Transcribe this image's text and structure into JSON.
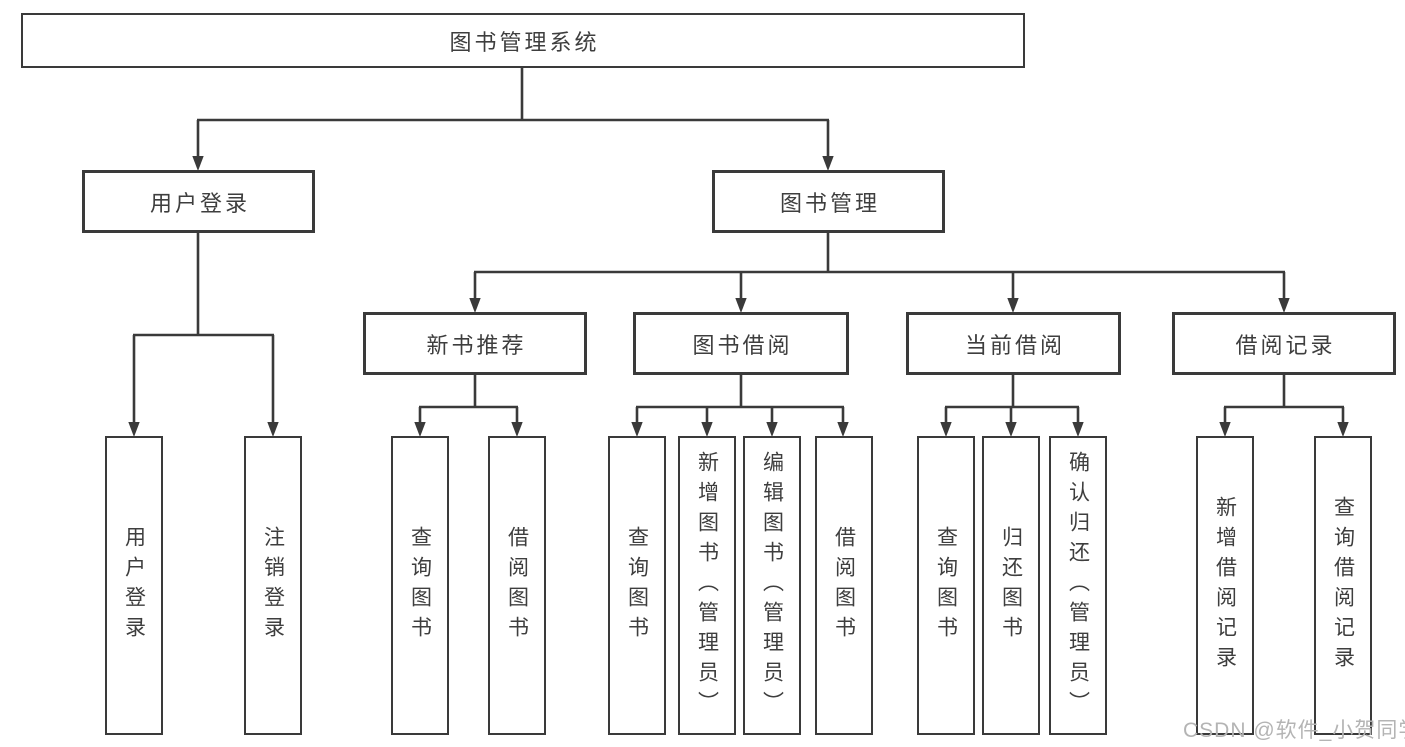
{
  "diagram": {
    "root": {
      "label": "图书管理系统"
    },
    "level2": [
      {
        "label": "用户登录"
      },
      {
        "label": "图书管理"
      }
    ],
    "level3": [
      {
        "label": "新书推荐"
      },
      {
        "label": "图书借阅"
      },
      {
        "label": "当前借阅"
      },
      {
        "label": "借阅记录"
      }
    ],
    "leaves": [
      {
        "label": "用户登录"
      },
      {
        "label": "注销登录"
      },
      {
        "label": "查询图书"
      },
      {
        "label": "借阅图书"
      },
      {
        "label": "查询图书"
      },
      {
        "label": "新增图书（管理员）"
      },
      {
        "label": "编辑图书（管理员）"
      },
      {
        "label": "借阅图书"
      },
      {
        "label": "查询图书"
      },
      {
        "label": "归还图书"
      },
      {
        "label": "确认归还（管理员）"
      },
      {
        "label": "新增借阅记录"
      },
      {
        "label": "查询借阅记录"
      }
    ]
  },
  "watermark": {
    "text": "CSDN @软件_小贺同学"
  },
  "colors": {
    "line": "#3a3a3a",
    "text": "#3e3e3e",
    "watermark": "#b4b4b4",
    "background": "#ffffff"
  }
}
